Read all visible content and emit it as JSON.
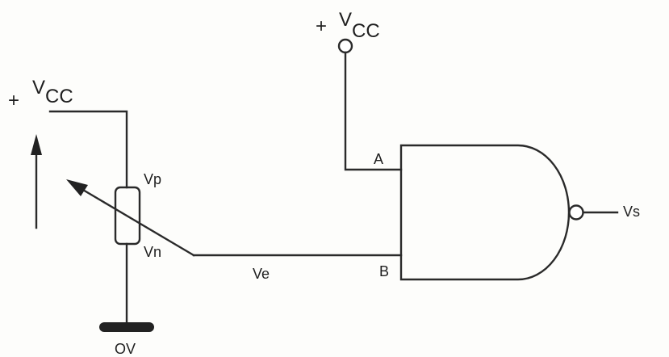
{
  "labels": {
    "vcc_left_plus": "+",
    "vcc_left_v": "V",
    "vcc_left_sub": "CC",
    "vcc_top_plus": "+",
    "vcc_top_v": "V",
    "vcc_top_sub": "CC",
    "vp": "Vp",
    "vn": "Vn",
    "ve": "Ve",
    "input_a": "A",
    "input_b": "B",
    "vs": "Vs",
    "ground": "OV"
  }
}
